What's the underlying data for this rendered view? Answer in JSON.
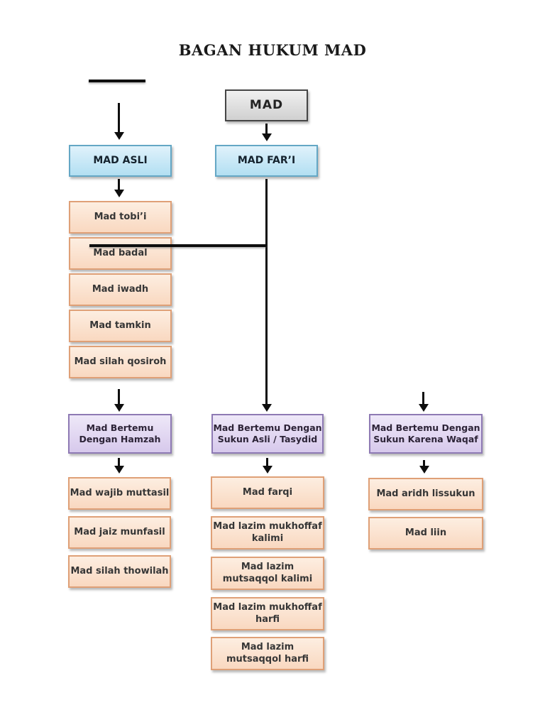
{
  "title": "BAGAN HUKUM MAD",
  "flow": {
    "root": "MAD",
    "branch_left": "MAD ASLI",
    "branch_right": "MAD FAR’I",
    "asli_types": [
      "Mad tobi’i",
      "Mad badal",
      "Mad iwadh",
      "Mad tamkin",
      "Mad silah qosiroh"
    ],
    "groups": [
      {
        "title_line1": "Mad Bertemu",
        "title_line2": "Dengan Hamzah",
        "items": [
          "Mad wajib muttasil",
          "Mad jaiz munfasil",
          "Mad silah thowilah"
        ]
      },
      {
        "title_line1": "Mad Bertemu Dengan",
        "title_line2": "Sukun Asli / Tasydid",
        "items": [
          "Mad farqi",
          "Mad lazim mukhoffaf kalimi",
          "Mad lazim mutsaqqol kalimi",
          "Mad lazim mukhoffaf harfi",
          "Mad lazim mutsaqqol harfi"
        ]
      },
      {
        "title_line1": "Mad Bertemu Dengan",
        "title_line2": "Sukun Karena Waqaf",
        "items": [
          "Mad aridh lissukun",
          "Mad liin"
        ]
      }
    ],
    "colors": {
      "root_fill": "#e0e0e0",
      "root_border": "#454545",
      "branch_fill": "#c9e9f7",
      "branch_border": "#64a7c5",
      "type_fill": "#fbdfca",
      "type_border": "#dfa077",
      "group_fill": "#e0d4f0",
      "group_border": "#8e7ab4",
      "connector": "#0e0e0e"
    }
  }
}
